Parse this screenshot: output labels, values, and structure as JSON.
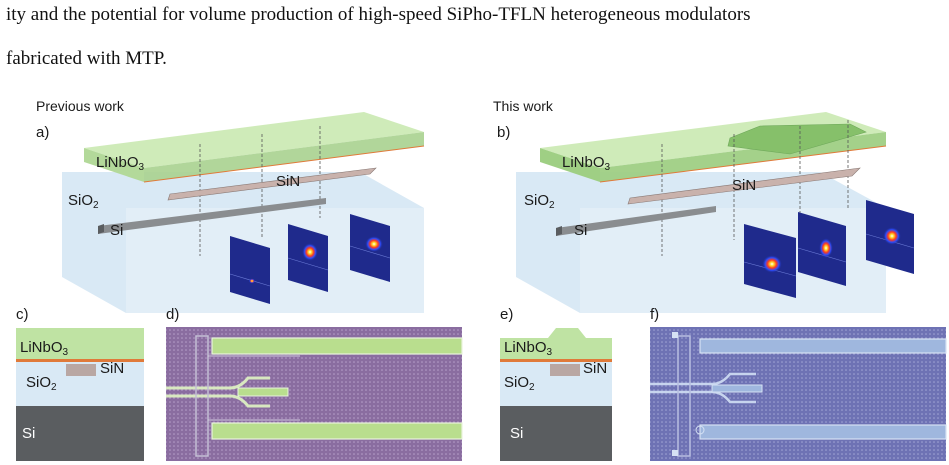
{
  "text": {
    "line1": "ity and the potential for volume production of high-speed SiPho-TFLN heterogeneous modulators",
    "line2": "fabricated with MTP."
  },
  "figure": {
    "left_heading": "Previous work",
    "right_heading": "This work",
    "panels": {
      "a": "a)",
      "b": "b)",
      "c": "c)",
      "d": "d)",
      "e": "e)",
      "f": "f)"
    },
    "materials": {
      "linbo3_base": "LiNbO",
      "linbo3_sub": "3",
      "sio2_base": "SiO",
      "sio2_sub": "2",
      "sin": "SiN",
      "si": "Si"
    },
    "colors": {
      "linbo3": "#bfe3a3",
      "sio2": "#d9e9f5",
      "sin": "#b9a7a3",
      "si": "#5a5d60",
      "interface": "#e07a3a",
      "chip_d": "#8a6da0",
      "chip_f": "#6e72b4",
      "mode_bg": "#1f2a8c"
    }
  }
}
